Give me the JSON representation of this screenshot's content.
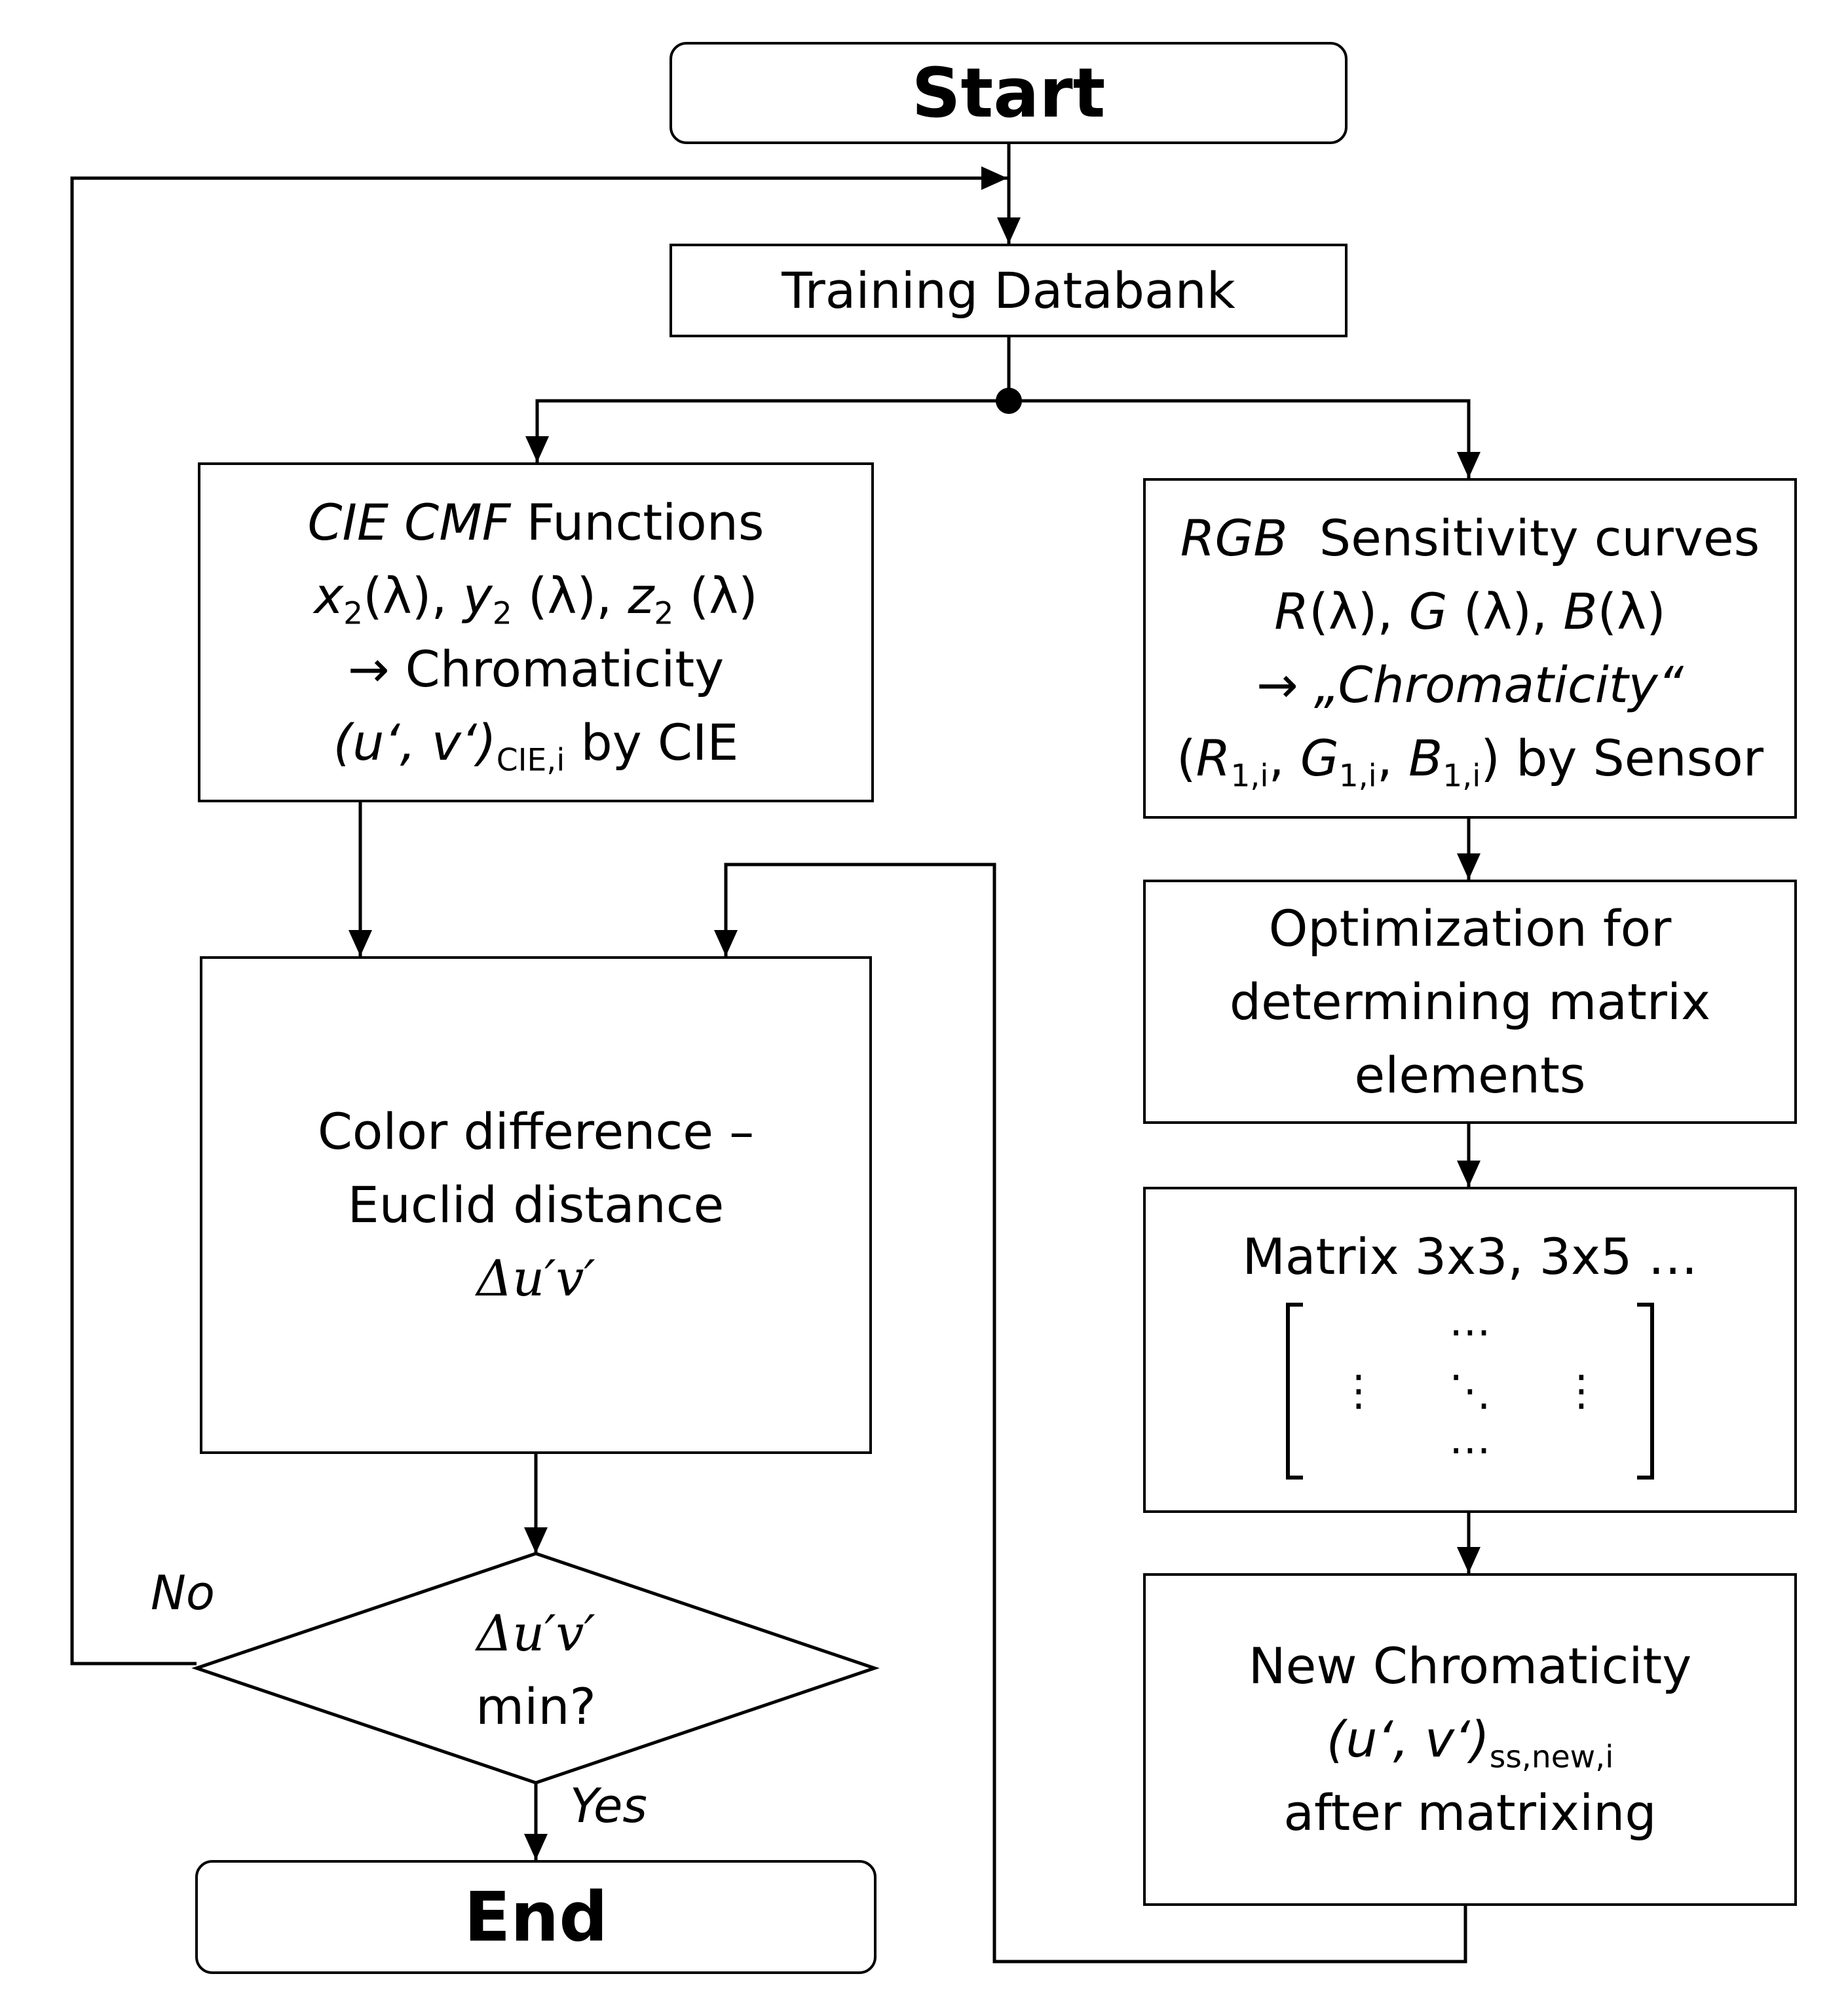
{
  "start": "Start",
  "training": "Training Databank",
  "cie": {
    "l1_it": "CIE CMF",
    "l1_rest": "Functions",
    "x": "x",
    "y": "y",
    "z": "z",
    "sub2": "2",
    "lam_x": "(λ), ",
    "lam_y": " (λ), ",
    "lam_z": " (λ)",
    "l3": "→ Chromaticity",
    "uv": "(u‘, v‘)",
    "uv_sub": "CIE,i",
    "uv_rest": " by CIE"
  },
  "rgb": {
    "l1_it": "RGB",
    "l1_rest": "Sensitivity curves",
    "R": "R",
    "G": "G",
    "B": "B",
    "lam_r": "(λ), ",
    "lam_g": " (λ), ",
    "lam_b": "(λ)",
    "arrow": "→ ",
    "chrom": "„Chromaticity“",
    "open": "(",
    "sub": "1,i",
    "comma": ", ",
    "close_rest": ") by Sensor"
  },
  "opt": {
    "l1": "Optimization for",
    "l2": "determining matrix",
    "l3": "elements"
  },
  "matrix": {
    "title": "Matrix 3x3, 3x5 …",
    "hdots": "⋯",
    "vdots": "⋮",
    "ddots": "⋱"
  },
  "newchrom": {
    "l1": "New Chromaticity",
    "uv": "(u‘, v‘)",
    "uv_sub": "ss,new,i",
    "l3": "after matrixing"
  },
  "colordiff": {
    "l1": "Color difference –",
    "l2": "Euclid distance",
    "l3": "Δu′v′"
  },
  "decision": {
    "l1": "Δu′v′",
    "l2": "min?"
  },
  "labels": {
    "no": "No",
    "yes": "Yes"
  },
  "end": "End"
}
